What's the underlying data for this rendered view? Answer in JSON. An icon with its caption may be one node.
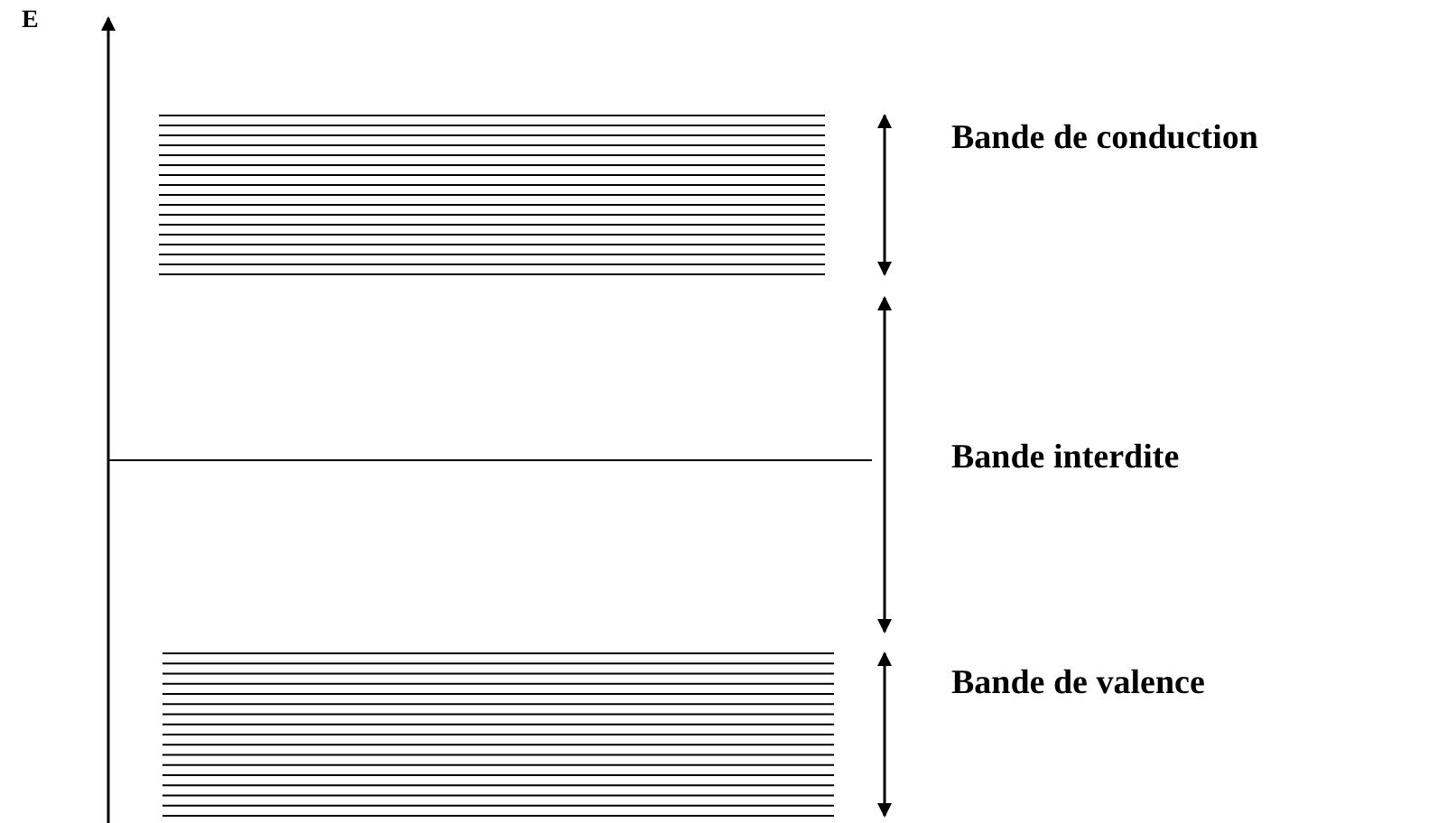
{
  "diagram": {
    "labels": [
      "E",
      "Bande de conduction",
      "Bande interdite",
      "Bande de valence"
    ]
  }
}
